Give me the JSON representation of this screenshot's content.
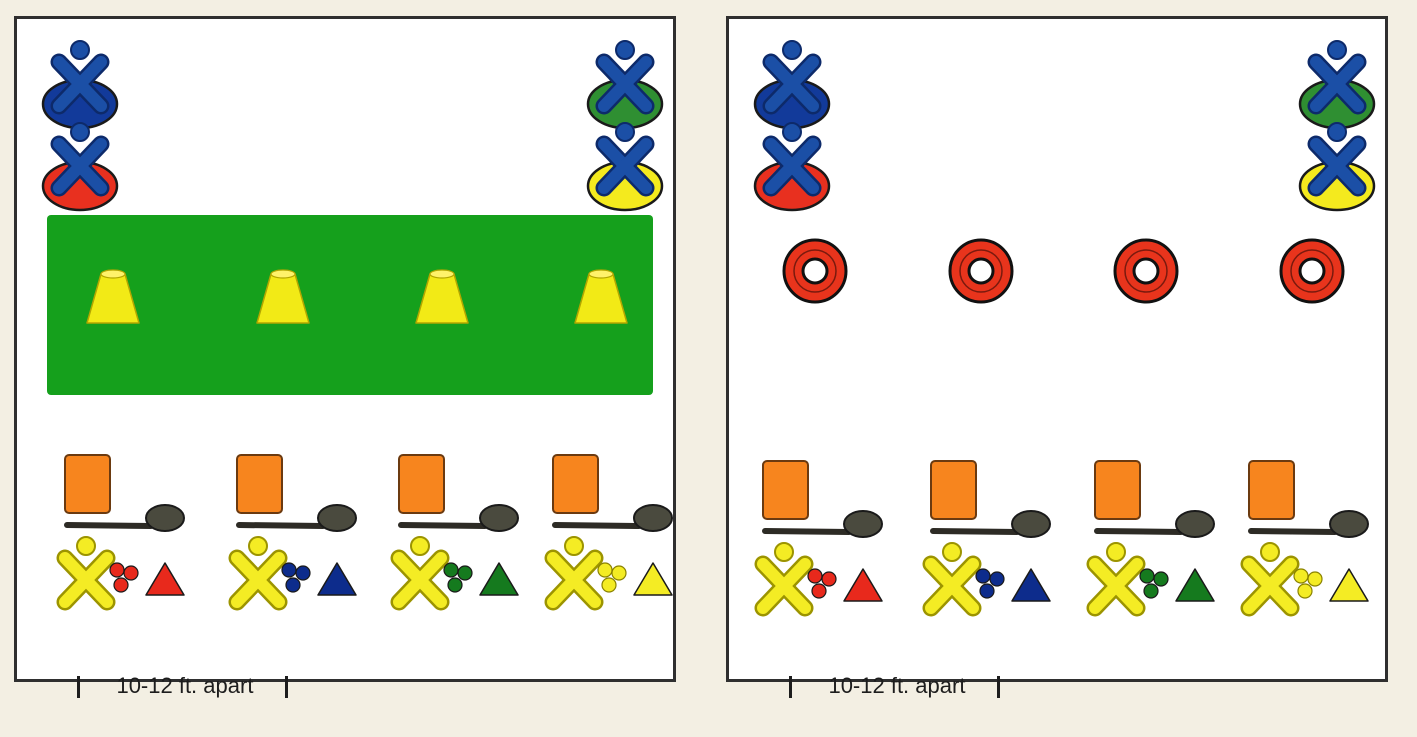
{
  "panels": [
    {
      "id": "left",
      "field": "green-mat",
      "markers": "cones"
    },
    {
      "id": "right",
      "field": "none",
      "markers": "rings"
    }
  ],
  "caption": "10-12 ft. apart",
  "stations": [
    {
      "ball_color": "#e8291c"
    },
    {
      "ball_color": "#0d2c8c"
    },
    {
      "ball_color": "#157a1e"
    },
    {
      "ball_color": "#f4ec24"
    }
  ],
  "partner_base_colors": {
    "top_left": "#123a9a",
    "bottom_left": "#e8301f",
    "top_right": "#2f8f32",
    "bottom_right": "#f4ea1e"
  },
  "colors": {
    "figure_blue": "#1b4fa6",
    "player_yellow": "#f4ec24",
    "card_orange": "#f7851e",
    "mat_green": "#15a01c",
    "cone_yellow": "#f2ea16",
    "ring_red": "#e8341c",
    "club_dark": "#2d2b25"
  }
}
